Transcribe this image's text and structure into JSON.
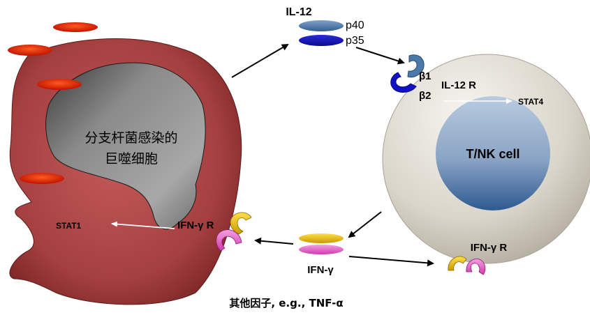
{
  "labels": {
    "il12_title": "IL-12",
    "p40": "p40",
    "p35": "p35",
    "beta1": "β1",
    "beta2": "β2",
    "il12_receptor": "IL-12 R",
    "stat4": "STAT4",
    "tnk_cell": "T/NK cell",
    "ifng_receptor_tcell": "IFN-γ R",
    "ifng": "IFN-γ",
    "ifng_receptor_macrophage": "IFN-γ R",
    "stat1": "STAT1",
    "macrophage_line1": "分支杆菌感染的",
    "macrophage_line2": "巨噬细胞",
    "footer": "其他因子, e.g., TNF-α"
  },
  "colors": {
    "macrophage_body": "#b04848",
    "macrophage_nucleus": "#8c8c8c",
    "red_blob": "#e0200a",
    "il12_p40": "#4a78a8",
    "il12_p35": "#1010a8",
    "ifng_top": "#e8c000",
    "ifng_bottom": "#e058c0",
    "tcell_outer": "#d8d4cc",
    "tcell_inner": "#4f78a8",
    "arrow": "#000000"
  }
}
